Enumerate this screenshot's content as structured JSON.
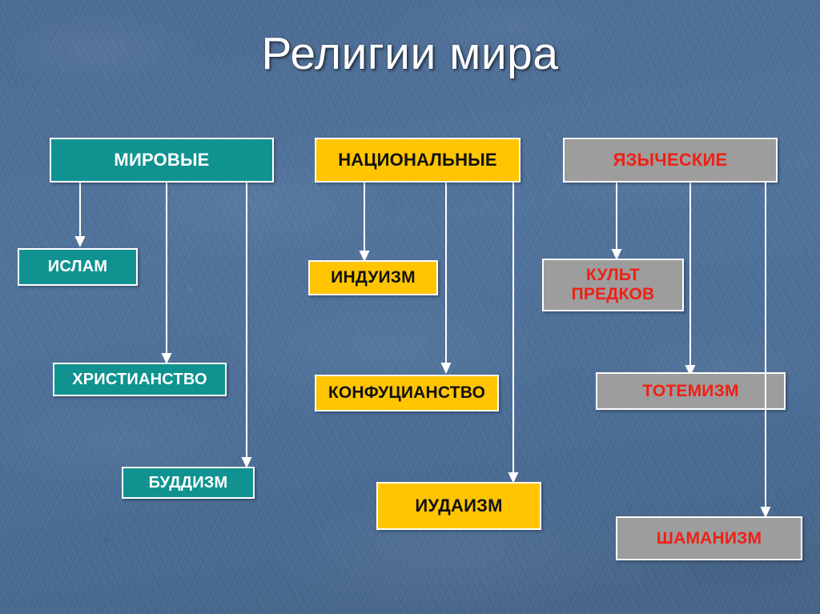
{
  "slide": {
    "title": "Религии мира",
    "background_color": "#4e7099",
    "title_color": "#ffffff"
  },
  "palette": {
    "world_box": "#109390",
    "world_text": "#ffffff",
    "national_box": "#ffc500",
    "national_text": "#111111",
    "pagan_box": "#9d9d9d",
    "pagan_text": "#ef2015",
    "connector": "#ffffff",
    "border": "#ffffff"
  },
  "columns": [
    {
      "id": "world",
      "header": "МИРОВЫЕ",
      "children": [
        "ИСЛАМ",
        "ХРИСТИАНСТВО",
        "БУДДИЗМ"
      ]
    },
    {
      "id": "national",
      "header": "НАЦИОНАЛЬНЫЕ",
      "children": [
        "ИНДУИЗМ",
        "КОНФУЦИАНСТВО",
        "ИУДАИЗМ"
      ]
    },
    {
      "id": "pagan",
      "header": "ЯЗЫЧЕСКИЕ",
      "children": [
        "КУЛЬТ\nПРЕДКОВ",
        "ТОТЕМИЗМ",
        "ШАМАНИЗМ"
      ]
    }
  ],
  "nodes": {
    "world_header": "МИРОВЫЕ",
    "islam": "ИСЛАМ",
    "christianity": "ХРИСТИАНСТВО",
    "buddhism": "БУДДИЗМ",
    "national_header": "НАЦИОНАЛЬНЫЕ",
    "hinduism": "ИНДУИЗМ",
    "confucianism": "КОНФУЦИАНСТВО",
    "judaism": "ИУДАИЗМ",
    "pagan_header": "ЯЗЫЧЕСКИЕ",
    "ancestor_cult_line1": "КУЛЬТ",
    "ancestor_cult_line2": "ПРЕДКОВ",
    "totemism": "ТОТЕМИЗМ",
    "shamanism": "ШАМАНИЗМ"
  }
}
